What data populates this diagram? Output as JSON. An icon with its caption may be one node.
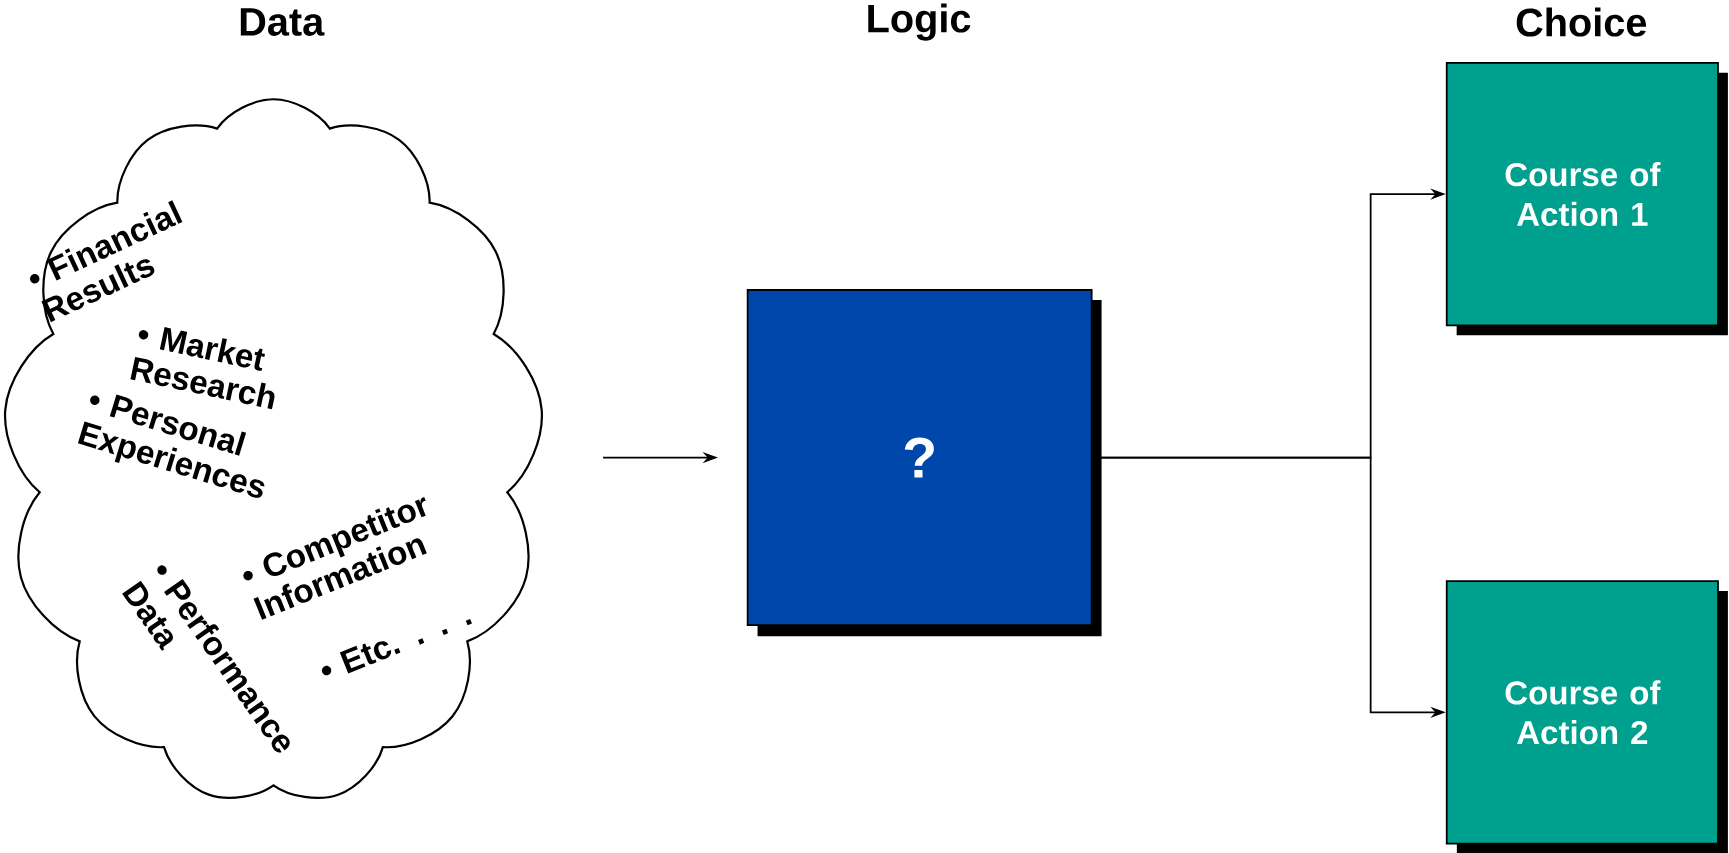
{
  "diagram": {
    "nodes": [
      {
        "text": [
          "• Financial Results",
          "• Market Research",
          "• Personal Experiences",
          "• Competitor Information",
          "• Performance Data",
          "• Etc. . . ."
        ]
      },
      {
        "text": [
          "?"
        ]
      },
      {
        "text": [
          "Course of Action 1"
        ]
      },
      {
        "text": [
          "Course of Action 2"
        ]
      }
    ],
    "edges": [
      {
        "from": 0,
        "to": 1,
        "arrow": "to"
      },
      {
        "from": 1,
        "to": 2,
        "arrow": "to"
      },
      {
        "from": 1,
        "to": 3,
        "arrow": "to"
      }
    ],
    "labels": [
      "Data",
      "Logic",
      "Choice"
    ]
  }
}
